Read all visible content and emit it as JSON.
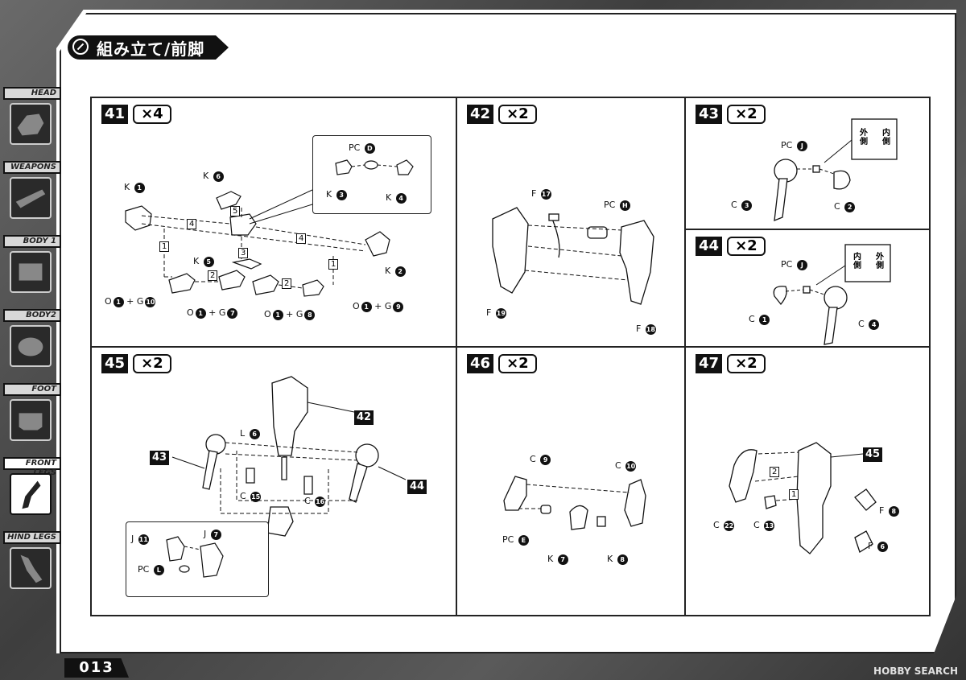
{
  "header": {
    "title": "組み立て/前脚"
  },
  "sidebar": {
    "items": [
      {
        "label": "HEAD"
      },
      {
        "label": "WEAPONS"
      },
      {
        "label": "BODY 1"
      },
      {
        "label": "BODY2"
      },
      {
        "label": "FOOT"
      },
      {
        "label": "FRONT LEGS"
      },
      {
        "label": "HIND LEGS"
      }
    ]
  },
  "panels": {
    "p41": {
      "num": "41",
      "mult": "×4",
      "labels": {
        "k1": "K",
        "k1n": "1",
        "k6": "K",
        "k6n": "6",
        "k5": "K",
        "k5n": "5",
        "k2": "K",
        "k2n": "2",
        "pcd": "PC",
        "pcdn": "D",
        "k3": "K",
        "k3n": "3",
        "k4": "K",
        "k4n": "4",
        "o1a": "O",
        "o1an": "1",
        "g10": "+ G",
        "g10n": "10",
        "o1b": "O",
        "o1bn": "1",
        "g7": "+ G",
        "g7n": "7",
        "o1c": "O",
        "o1cn": "1",
        "g8": "+ G",
        "g8n": "8",
        "o1d": "O",
        "o1dn": "1",
        "g9": "+ G",
        "g9n": "9"
      },
      "seq": {
        "s5": "5",
        "s3": "3",
        "s4a": "4",
        "s4b": "4",
        "s1a": "1",
        "s1b": "1",
        "s2a": "2",
        "s2b": "2"
      }
    },
    "p42": {
      "num": "42",
      "mult": "×2",
      "labels": {
        "f17": "F",
        "f17n": "17",
        "pch": "PC",
        "pchn": "H",
        "f19": "F",
        "f19n": "19",
        "f18": "F",
        "f18n": "18"
      }
    },
    "p43": {
      "num": "43",
      "mult": "×2",
      "labels": {
        "pcj": "PC",
        "pcjn": "J",
        "c3": "C",
        "c3n": "3",
        "c2": "C",
        "c2n": "2",
        "out": "外側",
        "in": "内側"
      }
    },
    "p44": {
      "num": "44",
      "mult": "×2",
      "labels": {
        "pcj": "PC",
        "pcjn": "J",
        "c1": "C",
        "c1n": "1",
        "c4": "C",
        "c4n": "4",
        "in": "内側",
        "out": "外側"
      }
    },
    "p45": {
      "num": "45",
      "mult": "×2",
      "labels": {
        "r42": "42",
        "r43": "43",
        "r44": "44",
        "l6": "L",
        "l6n": "6",
        "c15": "C",
        "c15n": "15",
        "c16": "C",
        "c16n": "16",
        "j11": "J",
        "j11n": "11",
        "j7": "J",
        "j7n": "7",
        "pcl": "PC",
        "pcln": "L"
      }
    },
    "p46": {
      "num": "46",
      "mult": "×2",
      "labels": {
        "c9": "C",
        "c9n": "9",
        "c10": "C",
        "c10n": "10",
        "pce": "PC",
        "pcen": "E",
        "k7": "K",
        "k7n": "7",
        "k8": "K",
        "k8n": "8"
      }
    },
    "p47": {
      "num": "47",
      "mult": "×2",
      "labels": {
        "r45": "45",
        "c22": "C",
        "c22n": "22",
        "c13": "C",
        "c13n": "13",
        "f8": "F",
        "f8n": "8",
        "f6": "F",
        "f6n": "6",
        "s2": "2",
        "s1": "1"
      }
    }
  },
  "footer": {
    "page": "013",
    "watermark": "HOBBY SEARCH"
  }
}
